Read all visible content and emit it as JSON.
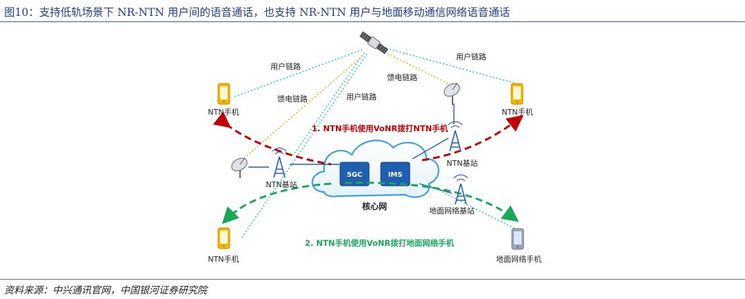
{
  "figure": {
    "title": "图10：支持低轨场景下 NR-NTN 用户间的语音通话，也支持 NR-NTN 用户与地面移动通信网络语音通话",
    "source": "资料来源：中兴通讯官网，中国银河证券研究院"
  },
  "diagram": {
    "core_network_label": "核心网",
    "core_boxes": [
      "5GC",
      "IMS"
    ],
    "ntn_phone_label": "NTN手机",
    "ntn_base_station_label": "NTN基站",
    "ground_base_station_label": "地面网络基站",
    "ground_phone_label": "地面网络手机",
    "user_link_label": "用户链路",
    "feeder_link_label": "馈电链路",
    "flow1": "1. NTN手机使用VoNR拨打NTN手机",
    "flow2": "2. NTN手机使用VoNR拨打地面网络手机",
    "colors": {
      "flow1": "#c00000",
      "flow2": "#17a85a",
      "user_link": "#29c3e6",
      "feeder_link": "#f0b000",
      "core_box": "#1f5fb0",
      "phone_yellow": "#f5b400",
      "phone_gray": "#9aa7b8"
    }
  }
}
